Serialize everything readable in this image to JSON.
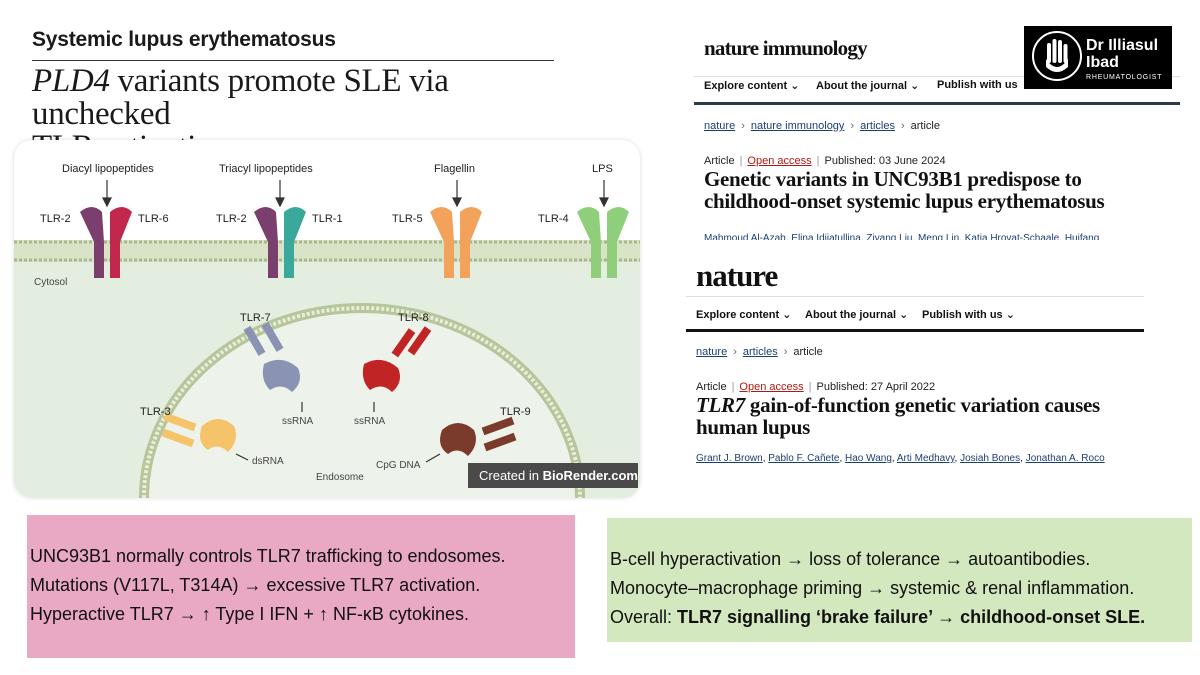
{
  "left_article": {
    "section": "Systemic lupus erythematosus",
    "headline_italic": "PLD4",
    "headline_line1_rest": " variants promote SLE via unchecked",
    "headline_line2": "TLR activation"
  },
  "diagram": {
    "ligands": [
      "Diacyl lipopeptides",
      "Triacyl lipopeptides",
      "Flagellin",
      "LPS"
    ],
    "receptors": {
      "tlr2a": "TLR-2",
      "tlr6": "TLR-6",
      "tlr2b": "TLR-2",
      "tlr1": "TLR-1",
      "tlr5": "TLR-5",
      "tlr4": "TLR-4",
      "tlr7": "TLR-7",
      "tlr8": "TLR-8",
      "tlr3": "TLR-3",
      "tlr9": "TLR-9"
    },
    "nucleic_acids": {
      "tlr7": "ssRNA",
      "tlr8": "ssRNA",
      "tlr3": "dsRNA",
      "tlr9": "CpG DNA"
    },
    "compartments": {
      "cytosol": "Cytosol",
      "endosome": "Endosome"
    },
    "credit_prefix": "Created in ",
    "credit_brand": "BioRender.com",
    "colors": {
      "tlr2": "#7b3f6e",
      "tlr6": "#c2284d",
      "tlr1": "#3aa89a",
      "tlr5": "#f2a25a",
      "tlr4": "#8fcf7c",
      "tlr7": "#8a93b3",
      "tlr8": "#c02424",
      "tlr3": "#f5c36a",
      "tlr9": "#7a3a2c"
    }
  },
  "nature_immunology": {
    "journal": "nature immunology",
    "nav": [
      "Explore content",
      "About the journal",
      "Publish with us"
    ],
    "breadcrumbs": [
      "nature",
      "nature immunology",
      "articles",
      "article"
    ],
    "article_type": "Article",
    "access": "Open access",
    "published": "Published: 03 June 2024",
    "title_line1": "Genetic variants in UNC93B1 predispose to",
    "title_line2": "childhood-onset systemic lupus erythematosus",
    "authors": [
      "Mahmoud Al-Azab",
      "Elina Idiiatullina",
      "Ziyang Liu",
      "Meng Lin",
      "Katja Hrovat-Schaale",
      "Huifang"
    ]
  },
  "logo": {
    "name_line1": "Dr Illiasul",
    "name_line2": "Ibad",
    "role": "RHEUMATOLOGIST"
  },
  "nature": {
    "journal": "nature",
    "nav": [
      "Explore content",
      "About the journal",
      "Publish with us"
    ],
    "breadcrumbs": [
      "nature",
      "articles",
      "article"
    ],
    "article_type": "Article",
    "access": "Open access",
    "published": "Published: 27 April 2022",
    "title_italic": "TLR7",
    "title_line1_rest": " gain-of-function genetic variation causes",
    "title_line2": "human lupus",
    "authors": [
      "Grant J. Brown",
      "Pablo F. Cañete",
      "Hao Wang",
      "Arti Medhavy",
      "Josiah Bones",
      "Jonathan A. Roco"
    ]
  },
  "summary_left": [
    "UNC93B1 normally controls TLR7 trafficking to endosomes.",
    "Mutations (V117L, T314A) → excessive TLR7 activation.",
    "Hyperactive TLR7 → ↑ Type I IFN + ↑ NF-κB cytokines."
  ],
  "summary_right": {
    "line1": "B-cell hyperactivation → loss of tolerance → autoantibodies.",
    "line2": "Monocyte–macrophage priming → systemic & renal inflammation.",
    "line3_prefix": "Overall: ",
    "line3_bold": "TLR7 signalling ‘brake failure’ → childhood-onset SLE."
  }
}
